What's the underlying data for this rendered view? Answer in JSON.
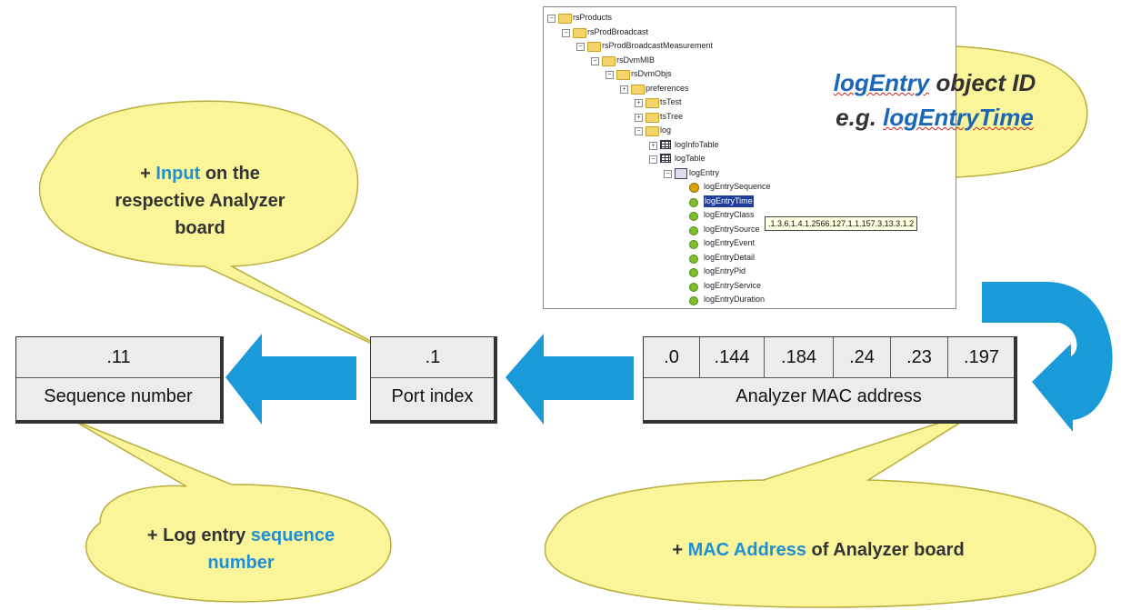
{
  "bubbles": {
    "object_id": {
      "line1_em": "logEntry",
      "line1_rest": " object ID",
      "line2_prefix": "e.g. ",
      "line2_em": "logEntryTime"
    },
    "input": {
      "prefix": "+ ",
      "highlight": "Input",
      "rest1": " on the",
      "line2": "respective Analyzer",
      "line3": "board"
    },
    "sequence": {
      "prefix": "+ Log entry ",
      "highlight1": "sequence",
      "highlight2": "number"
    },
    "mac": {
      "prefix": "+ ",
      "highlight": "MAC Address",
      "rest": " of Analyzer board"
    }
  },
  "boxes": {
    "sequence": {
      "value": ".11",
      "caption": "Sequence number"
    },
    "port": {
      "value": ".1",
      "caption": "Port index"
    },
    "mac": {
      "values": [
        ".0",
        ".144",
        ".184",
        ".24",
        ".23",
        ".197"
      ],
      "caption": "Analyzer MAC address"
    }
  },
  "tree": {
    "nodes": [
      {
        "label": "rsProducts",
        "icon": "folder-icon",
        "expander": "−"
      },
      {
        "label": "rsProdBroadcast",
        "icon": "folder-icon",
        "expander": "−"
      },
      {
        "label": "rsProdBroadcastMeasurement",
        "icon": "folder-icon",
        "expander": "−"
      },
      {
        "label": "rsDvmMIB",
        "icon": "folder-icon",
        "expander": "−"
      },
      {
        "label": "rsDvmObjs",
        "icon": "folder-icon",
        "expander": "−"
      },
      {
        "label": "preferences",
        "icon": "folder-icon",
        "expander": "+"
      },
      {
        "label": "tsTest",
        "icon": "folder-icon",
        "expander": "+"
      },
      {
        "label": "tsTree",
        "icon": "folder-icon",
        "expander": "+"
      },
      {
        "label": "log",
        "icon": "folder-icon",
        "expander": "−"
      },
      {
        "label": "logInfoTable",
        "icon": "table-icon",
        "expander": "+"
      },
      {
        "label": "logTable",
        "icon": "table-icon",
        "expander": "−"
      },
      {
        "label": "logEntry",
        "icon": "entry-icon",
        "expander": "−"
      },
      {
        "label": "logEntrySequence",
        "icon": "key-icon"
      },
      {
        "label": "logEntryTime",
        "icon": "leaf-icon",
        "selected": true
      },
      {
        "label": "logEntryClass",
        "icon": "leaf-icon"
      },
      {
        "label": "logEntrySource",
        "icon": "leaf-icon"
      },
      {
        "label": "logEntryEvent",
        "icon": "leaf-icon"
      },
      {
        "label": "logEntryDetail",
        "icon": "leaf-icon"
      },
      {
        "label": "logEntryPid",
        "icon": "leaf-icon"
      },
      {
        "label": "logEntryService",
        "icon": "leaf-icon"
      },
      {
        "label": "logEntryDuration",
        "icon": "leaf-icon"
      }
    ],
    "tooltip": ".1.3.6.1.4.1.2566.127.1.1.157.3.13.3.1.2"
  },
  "colors": {
    "bubble_fill": "#fbf59a",
    "bubble_stroke": "#b8ae3a",
    "arrow_fill": "#1a9ad8",
    "highlight_text": "#1f8fd6"
  }
}
